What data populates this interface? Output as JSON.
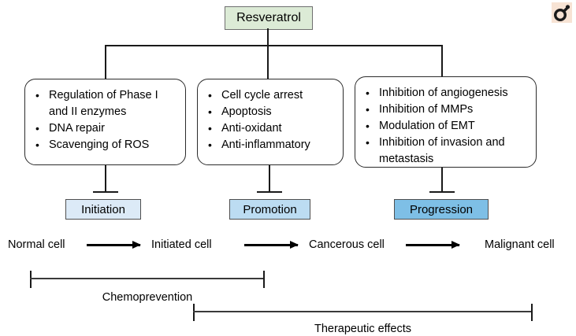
{
  "diagram": {
    "title": "Resveratrol",
    "mechanism_boxes": [
      {
        "id": "chemopreventive-mechanisms",
        "items": [
          "Regulation of Phase I\nand II enzymes",
          "DNA repair",
          "Scavenging of ROS"
        ]
      },
      {
        "id": "promotion-mechanisms",
        "items": [
          "Cell cycle arrest",
          "Apoptosis",
          "Anti-oxidant",
          "Anti-inflammatory"
        ]
      },
      {
        "id": "progression-mechanisms",
        "items": [
          "Inhibition of angiogenesis",
          "Inhibition of MMPs",
          "Modulation of EMT",
          "Inhibition of invasion and\nmetastasis"
        ]
      }
    ],
    "stages": [
      {
        "label": "Initiation",
        "fill": "#dceaf7"
      },
      {
        "label": "Promotion",
        "fill": "#bcdcf2"
      },
      {
        "label": "Progression",
        "fill": "#7ebfe6"
      }
    ],
    "cell_progression": [
      "Normal cell",
      "Initiated cell",
      "Cancerous cell",
      "Malignant cell"
    ],
    "brackets": [
      {
        "label": "Chemoprevention"
      },
      {
        "label": "Therapeutic effects"
      }
    ],
    "icon": "mars-symbol-icon",
    "colors": {
      "title_fill": "#dcebd6",
      "line": "#1a1a1a",
      "background": "#ffffff",
      "icon_background": "#f7e3d4"
    }
  }
}
